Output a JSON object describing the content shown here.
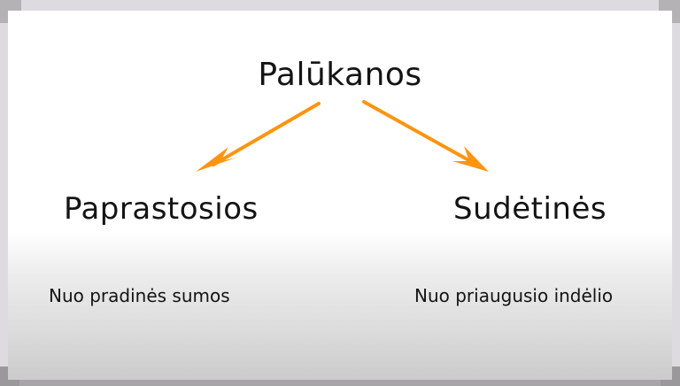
{
  "slide": {
    "title": "Palūkanos",
    "branches": [
      {
        "label": "Paprastosios",
        "description": "Nuo pradinės sumos"
      },
      {
        "label": "Sudėtinės",
        "description": "Nuo priaugusio indėlio"
      }
    ],
    "arrow_color": "#ff9410",
    "arrows": [
      {
        "from": "Palūkanos",
        "to": "Paprastosios",
        "icon": "arrow-down-left-icon"
      },
      {
        "from": "Palūkanos",
        "to": "Sudėtinės",
        "icon": "arrow-down-right-icon"
      }
    ]
  }
}
